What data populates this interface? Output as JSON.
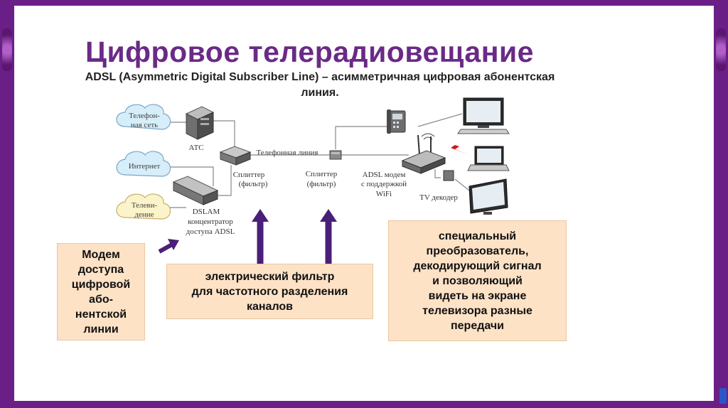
{
  "slide": {
    "title": "Цифровое телерадиовещание",
    "subtitle": "ADSL (Asymmetric Digital Subscriber Line) – асимметричная цифровая абонентская линия."
  },
  "diagram": {
    "clouds": {
      "phone_network": [
        "Телефон-",
        "ная сеть"
      ],
      "internet": [
        "Интернет"
      ],
      "television": [
        "Телеви-",
        "дение"
      ]
    },
    "labels": {
      "atc": "АТС",
      "phone_line": "Телефонная линия",
      "splitter_left": [
        "Сплиттер",
        "(фильтр)"
      ],
      "splitter_right": [
        "Сплиттер",
        "(фильтр)"
      ],
      "adsl_modem": [
        "ADSL модем",
        "с поддержкой",
        "WiFi"
      ],
      "tv_decoder": "TV декодер",
      "dslam": [
        "DSLAM",
        "концентратор",
        "доступа ADSL"
      ]
    }
  },
  "callouts": {
    "modem": [
      "Модем",
      "доступа",
      "цифровой",
      "або-",
      "нентской",
      "линии"
    ],
    "filter": [
      "электрический фильтр",
      "для частотного разделения",
      "каналов"
    ],
    "decoder": [
      "специальный",
      "преобразователь,",
      "декодирующий сигнал",
      "и позволяющий",
      "видеть на экране",
      "телевизора разные",
      "передачи"
    ]
  },
  "colors": {
    "frame": "#6a1f86",
    "title": "#6a2a86",
    "callout_fill": "#fde2c6",
    "arrow": "#4a1f78",
    "cloud_fill": "#d6eefa"
  }
}
